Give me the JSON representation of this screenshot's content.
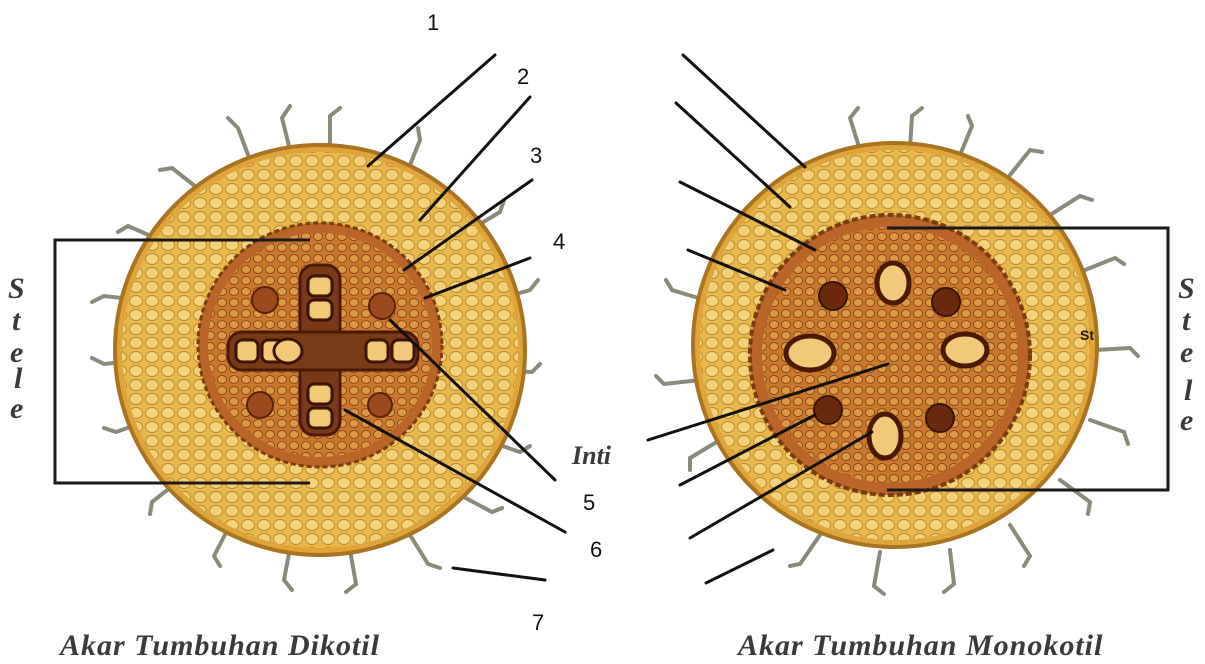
{
  "labels": {
    "n1": "1",
    "n2": "2",
    "n3": "3",
    "n4": "4",
    "n5": "5",
    "n6": "6",
    "n7": "7",
    "inti": "Inti",
    "st": "St"
  },
  "stele_left": [
    "S",
    "t",
    "e",
    "l",
    "e"
  ],
  "stele_right": [
    "S",
    "t",
    "e",
    "l",
    "e"
  ],
  "captions": {
    "dicot": "Akar Tumbuhan Dikotil",
    "monocot": "Akar Tumbuhan Monokotil"
  },
  "colors": {
    "cortex": "#e8b84a",
    "cortex_cells": "#f3d27a",
    "stele_tissue": "#c9782e",
    "xylem_dark": "#6b2f12",
    "hair": "#8a8a7a"
  }
}
